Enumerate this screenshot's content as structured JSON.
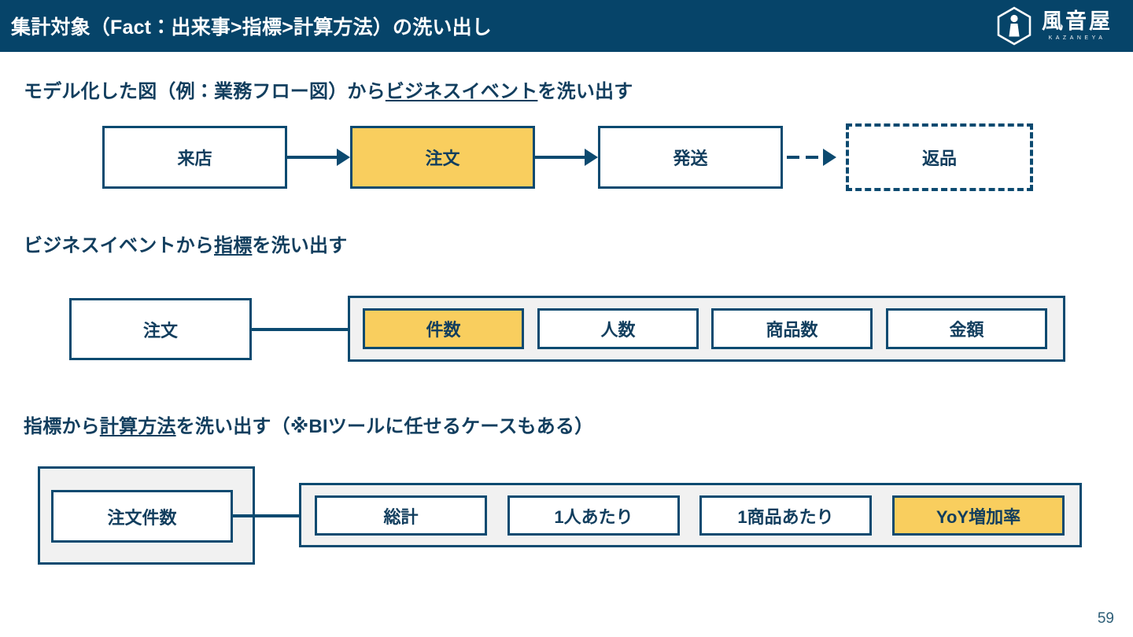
{
  "header": {
    "title": "集計対象（Fact：出来事>指標>計算方法）の洗い出し",
    "logo_name": "風音屋",
    "logo_sub": "KAZANEYA",
    "logo_icon": "kazaneya-hexagon-logo-icon",
    "bg_color": "#064469"
  },
  "colors": {
    "navy": "#0C4A70",
    "text_navy": "#123E5E",
    "highlight_yellow": "#F9CE5E",
    "group_gray": "#F1F1F1",
    "page_number": "#2E5F78"
  },
  "sections": [
    {
      "id": "business-events",
      "heading_parts": [
        {
          "text": "モデル化した図（例：業務フロー図）から",
          "underline": false
        },
        {
          "text": "ビジネスイベント",
          "underline": true
        },
        {
          "text": "を洗い出す",
          "underline": false
        }
      ],
      "heading_plain": "モデル化した図（例：業務フロー図）からビジネスイベントを洗い出す",
      "nodes": [
        {
          "label": "来店",
          "style": "solid"
        },
        {
          "label": "注文",
          "style": "highlight"
        },
        {
          "label": "発送",
          "style": "solid"
        },
        {
          "label": "返品",
          "style": "dashed"
        }
      ],
      "connectors": [
        {
          "from": "来店",
          "to": "注文",
          "style": "solid-arrow"
        },
        {
          "from": "注文",
          "to": "発送",
          "style": "solid-arrow"
        },
        {
          "from": "発送",
          "to": "返品",
          "style": "dashed-arrow"
        }
      ]
    },
    {
      "id": "metrics",
      "heading_parts": [
        {
          "text": "ビジネスイベントから",
          "underline": false
        },
        {
          "text": "指標",
          "underline": true
        },
        {
          "text": "を洗い出す",
          "underline": false
        }
      ],
      "heading_plain": "ビジネスイベントから指標を洗い出す",
      "source_node": {
        "label": "注文",
        "style": "solid"
      },
      "group_items": [
        {
          "label": "件数",
          "style": "highlight"
        },
        {
          "label": "人数",
          "style": "solid"
        },
        {
          "label": "商品数",
          "style": "solid"
        },
        {
          "label": "金額",
          "style": "solid"
        }
      ]
    },
    {
      "id": "calculation-methods",
      "heading_parts": [
        {
          "text": "指標から",
          "underline": false
        },
        {
          "text": "計算方法",
          "underline": true
        },
        {
          "text": "を洗い出す（※BIツールに任せるケースもある）",
          "underline": false
        }
      ],
      "heading_plain": "指標から計算方法を洗い出す（※BIツールに任せるケースもある）",
      "source_node": {
        "label": "注文件数",
        "style": "solid"
      },
      "group_items": [
        {
          "label": "総計",
          "style": "solid"
        },
        {
          "label": "1人あたり",
          "style": "solid"
        },
        {
          "label": "1商品あたり",
          "style": "solid"
        },
        {
          "label": "YoY増加率",
          "style": "highlight"
        }
      ]
    }
  ],
  "footer": {
    "page_number": "59"
  }
}
